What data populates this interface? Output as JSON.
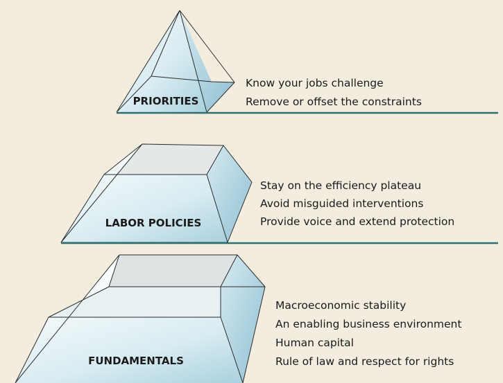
{
  "tiers": [
    {
      "label": "PRIORITIES",
      "items": [
        "Know your jobs challenge",
        "Remove or offset the constraints"
      ]
    },
    {
      "label": "LABOR POLICIES",
      "items": [
        "Stay on the efficiency plateau",
        "Avoid misguided interventions",
        "Provide voice and extend protection"
      ]
    },
    {
      "label": "FUNDAMENTALS",
      "items": [
        "Macroeconomic stability",
        "An enabling business environment",
        "Human capital",
        "Rule of law and respect for rights"
      ]
    }
  ],
  "colors": {
    "background": "#f3ede0",
    "shelf_line": "#2f6f72",
    "glass_light": "#eef6f8",
    "glass_mid": "#cfe6ee",
    "glass_dark": "#9fc9d8",
    "top_face": "#dde3e2"
  }
}
